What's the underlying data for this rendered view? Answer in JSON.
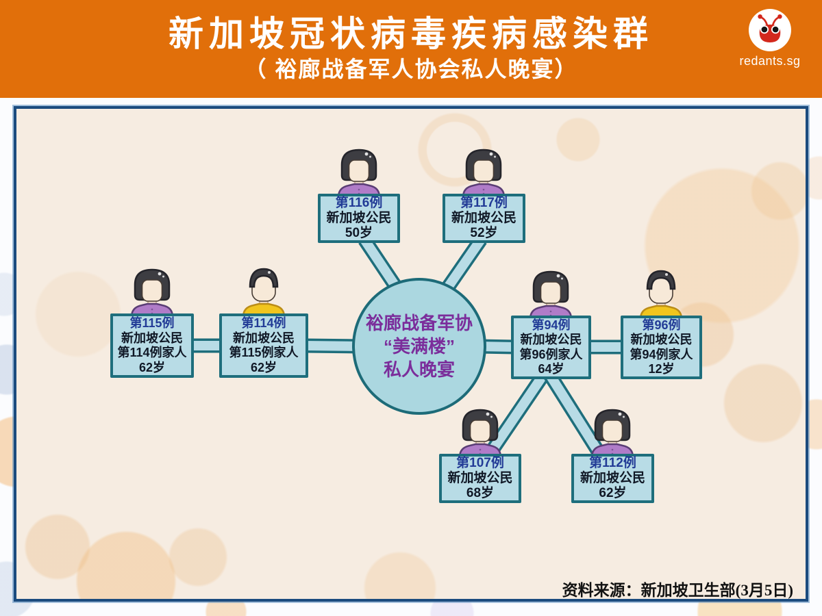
{
  "header": {
    "title": "新加坡冠状病毒疾病感染群",
    "subtitle": "（ 裕廊战备军人协会私人晚宴）",
    "logo_text": "redants.sg"
  },
  "center": {
    "lines": [
      "裕廊战备军协",
      "“美满楼”",
      "私人晚宴"
    ]
  },
  "nodes": [
    {
      "id": "case-116",
      "avatar": "female",
      "lines": [
        "第116例",
        "新加坡公民",
        "50岁"
      ]
    },
    {
      "id": "case-117",
      "avatar": "female",
      "lines": [
        "第117例",
        "新加坡公民",
        "52岁"
      ]
    },
    {
      "id": "case-115",
      "avatar": "female",
      "lines": [
        "第115例",
        "新加坡公民",
        "第114例家人",
        "62岁"
      ]
    },
    {
      "id": "case-114",
      "avatar": "male",
      "lines": [
        "第114例",
        "新加坡公民",
        "第115例家人",
        "62岁"
      ]
    },
    {
      "id": "case-94",
      "avatar": "female",
      "lines": [
        "第94例",
        "新加坡公民",
        "第96例家人",
        "64岁"
      ]
    },
    {
      "id": "case-96",
      "avatar": "male",
      "lines": [
        "第96例",
        "新加坡公民",
        "第94例家人",
        "12岁"
      ]
    },
    {
      "id": "case-107",
      "avatar": "female",
      "lines": [
        "第107例",
        "新加坡公民",
        "68岁"
      ]
    },
    {
      "id": "case-112",
      "avatar": "female",
      "lines": [
        "第112例",
        "新加坡公民",
        "62岁"
      ]
    }
  ],
  "connections": [
    [
      "case-116",
      "center"
    ],
    [
      "case-117",
      "center"
    ],
    [
      "case-115",
      "case-114"
    ],
    [
      "case-114",
      "center"
    ],
    [
      "center",
      "case-94"
    ],
    [
      "case-94",
      "case-96"
    ],
    [
      "case-94",
      "case-107"
    ],
    [
      "case-94",
      "case-112"
    ]
  ],
  "source_note": "资料来源：新加坡卫生部(3月5日)",
  "colors": {
    "header_bg": "#e16f0a",
    "node_fill": "#b8dce6",
    "node_border": "#1e6e7c",
    "center_fill": "#abd7e0",
    "center_text": "#7b2d9b",
    "case_number_text": "#223b96",
    "case_body_text": "#101826",
    "frame_border": "#1b4b7e",
    "ant_red": "#d3281c",
    "shirt_purple": "#b07cc8",
    "shirt_yellow": "#f1c51e"
  }
}
